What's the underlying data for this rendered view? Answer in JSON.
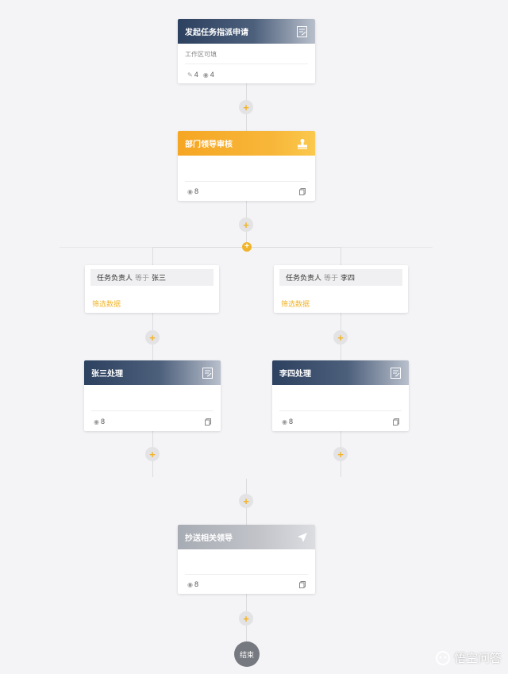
{
  "colors": {
    "accent": "#f0b52c",
    "dark_header": "#2d4160",
    "orange_header": "#f5a623",
    "gray_header": "#a7abb3"
  },
  "start_node": {
    "title": "发起任务指派申请",
    "subtitle": "工作区可填",
    "edit_count": "4",
    "view_count": "4",
    "icon": "form-icon"
  },
  "approve_node": {
    "title": "部门领导审核",
    "view_count": "8",
    "icon": "stamp-icon"
  },
  "branches": [
    {
      "condition": {
        "field": "任务负责人",
        "operator": "等于",
        "value": "张三"
      },
      "filter_link": "筛选数据",
      "node": {
        "title": "张三处理",
        "view_count": "8",
        "icon": "form-icon"
      }
    },
    {
      "condition": {
        "field": "任务负责人",
        "operator": "等于",
        "value": "李四"
      },
      "filter_link": "筛选数据",
      "node": {
        "title": "李四处理",
        "view_count": "8",
        "icon": "form-icon"
      }
    }
  ],
  "cc_node": {
    "title": "抄送相关领导",
    "view_count": "8",
    "icon": "send-icon"
  },
  "end_node": {
    "label": "结束"
  },
  "add_symbol": "+",
  "watermark": {
    "text": "悟空问答",
    "icon": "wukong-logo-icon"
  }
}
